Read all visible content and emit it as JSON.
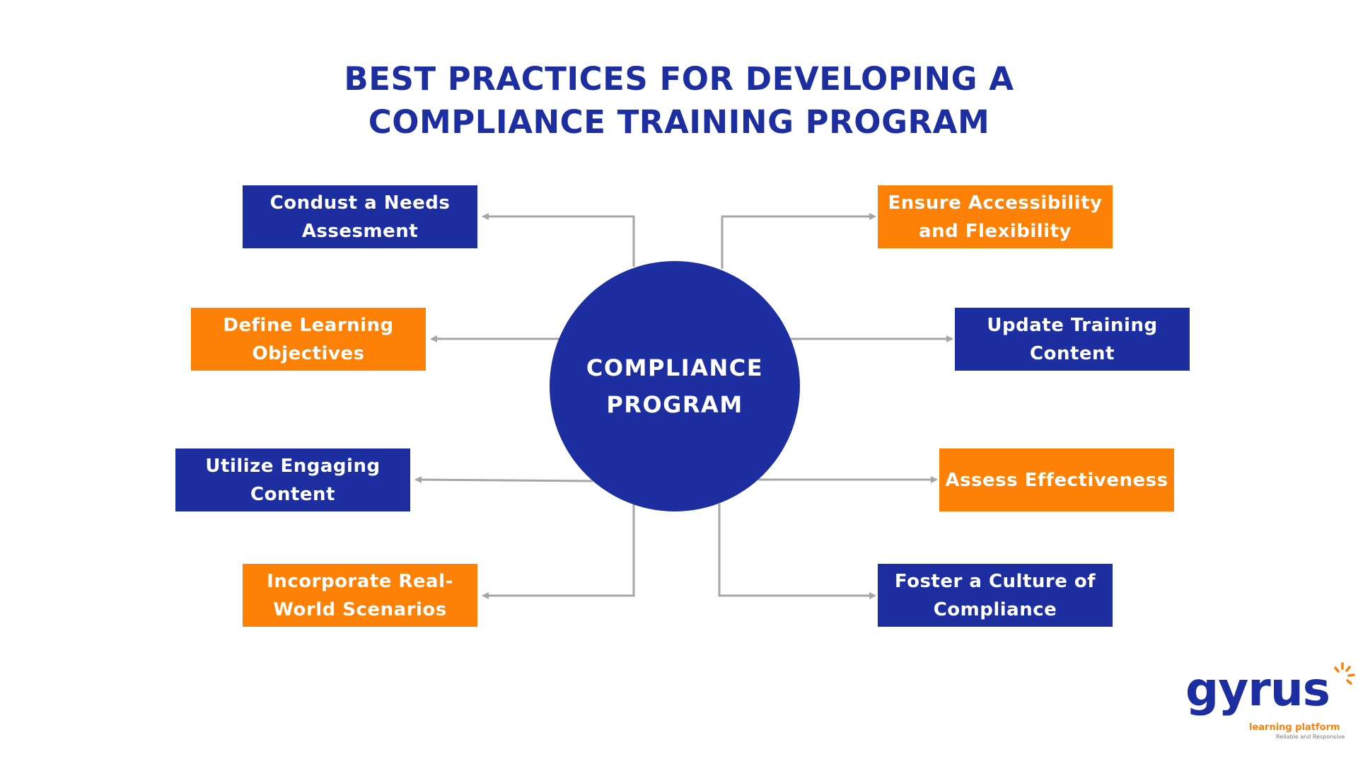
{
  "title": {
    "line1": "BEST PRACTICES FOR DEVELOPING A",
    "line2": "COMPLIANCE TRAINING PROGRAM"
  },
  "center": {
    "line1": "COMPLIANCE",
    "line2": "PROGRAM"
  },
  "left_items": [
    {
      "line1": "Condust a Needs",
      "line2": "Assesment",
      "color": "blue"
    },
    {
      "line1": "Define Learning",
      "line2": "Objectives",
      "color": "orange"
    },
    {
      "line1": "Utilize Engaging",
      "line2": "Content",
      "color": "blue"
    },
    {
      "line1": "Incorporate Real-",
      "line2": "World Scenarios",
      "color": "orange"
    }
  ],
  "right_items": [
    {
      "line1": "Ensure Accessibility",
      "line2": "and Flexibility",
      "color": "orange"
    },
    {
      "line1": "Update Training",
      "line2": "Content",
      "color": "blue"
    },
    {
      "line1": "Assess Effectiveness",
      "line2": "",
      "color": "orange"
    },
    {
      "line1": "Foster a Culture of",
      "line2": "Compliance",
      "color": "blue"
    }
  ],
  "logo": {
    "word": "gyrus",
    "tagline": "learning platform",
    "subtag": "Reliable and Responsive"
  },
  "colors": {
    "blue": "#1c2ea0",
    "orange": "#fd8106",
    "connector": "#a6a6a6",
    "title": "#1c2ea0"
  }
}
